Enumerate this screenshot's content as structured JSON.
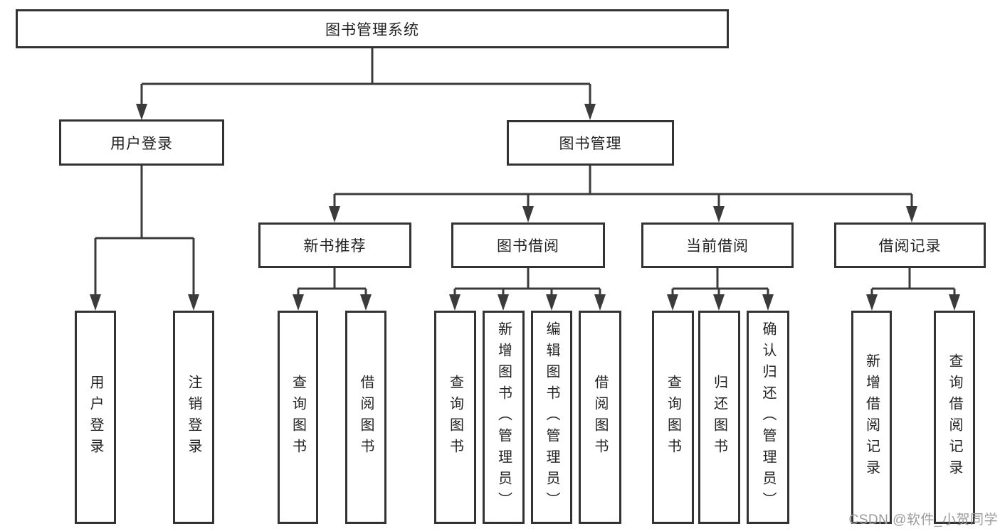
{
  "diagram": {
    "nodes": {
      "root": "图书管理系统",
      "user_login": "用户登录",
      "book_mgmt": "图书管理",
      "new_book_rec": "新书推荐",
      "book_borrow": "图书借阅",
      "current_borrow": "当前借阅",
      "borrow_record": "借阅记录"
    },
    "leaves": {
      "user_login": [
        "用户登录",
        "注销登录"
      ],
      "new_book_rec": [
        "查询图书",
        "借阅图书"
      ],
      "book_borrow": [
        "查询图书",
        "新增图书（管理员）",
        "编辑图书（管理员）",
        "借阅图书"
      ],
      "current_borrow": [
        "查询图书",
        "归还图书",
        "确认归还（管理员）"
      ],
      "borrow_record": [
        "新增借阅记录",
        "查询借阅记录"
      ]
    },
    "watermark": "CSDN @软件_小贺同学",
    "colors": {
      "line": "#3b3b3b",
      "border": "#333333",
      "text": "#222222",
      "watermark": "#9b9b9b",
      "background": "#ffffff"
    }
  }
}
